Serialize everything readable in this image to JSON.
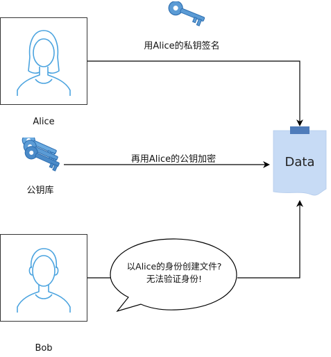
{
  "actors": {
    "alice": {
      "name": "Alice",
      "icon": "person-icon"
    },
    "bob": {
      "name": "Bob",
      "icon": "person-icon"
    }
  },
  "keys": {
    "private_key_label": "用Alice的私钥签名",
    "public_keyring_label": "公钥库",
    "encrypt_label": "再用Alice的公钥加密"
  },
  "data_note": {
    "label": "Data",
    "icon": "sticky-note-icon"
  },
  "bubble": {
    "line1": "以Alice的身份创建文件?",
    "line2": "无法验证身份!"
  },
  "colors": {
    "person_stroke": "#4aa3df",
    "key_fill": "#5b9bd5",
    "note_fill": "#c7dbf5",
    "note_tab": "#4f7cba",
    "line": "#000000"
  }
}
